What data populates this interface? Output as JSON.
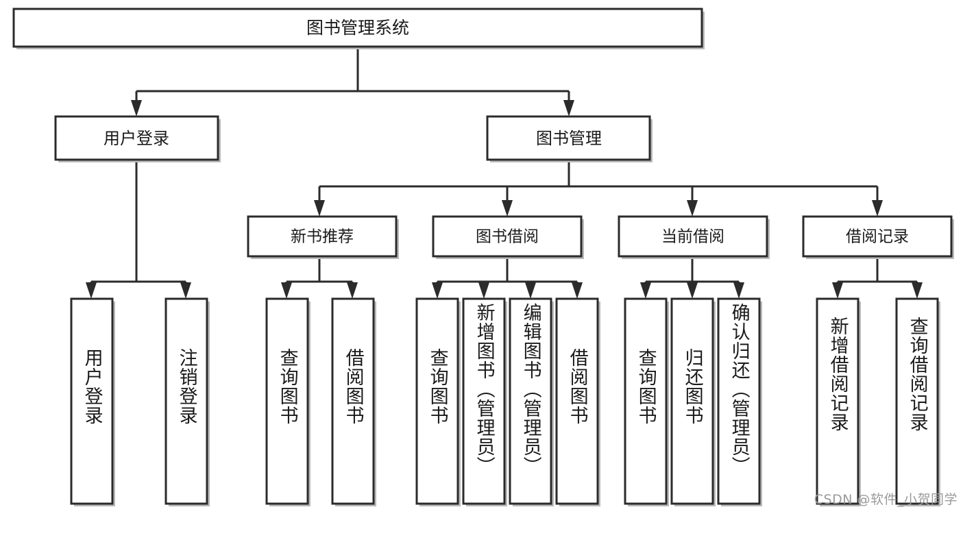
{
  "diagram": {
    "title": "图书管理系统",
    "type": "hierarchy-tree",
    "watermark": "CSDN @软件_小贺同学",
    "colors": {
      "background": "#ffffff",
      "box_fill": "#ffffff",
      "box_stroke": "#2b2b2b",
      "connector": "#2b2b2b",
      "text": "#1a1a1a",
      "watermark": "#9a9a9a"
    },
    "levels": {
      "level1": [
        "图书管理系统"
      ],
      "level2": [
        "用户登录",
        "图书管理"
      ],
      "level3": [
        "新书推荐",
        "图书借阅",
        "当前借阅",
        "借阅记录"
      ],
      "level4": [
        "用户登录",
        "注销登录",
        "查询图书",
        "借阅图书",
        "查询图书",
        "新增图书（管理员）",
        "编辑图书（管理员）",
        "借阅图书",
        "查询图书",
        "归还图书",
        "确认归还（管理员）",
        "新增借阅记录",
        "查询借阅记录"
      ]
    },
    "nodes": {
      "root": {
        "label": "图书管理系统"
      },
      "user_login": {
        "label": "用户登录"
      },
      "book_manage": {
        "label": "图书管理"
      },
      "new_book_rec": {
        "label": "新书推荐"
      },
      "book_borrow": {
        "label": "图书借阅"
      },
      "current_borrow": {
        "label": "当前借阅"
      },
      "borrow_record": {
        "label": "借阅记录"
      },
      "leaf_user_login": {
        "label": "用户登录"
      },
      "leaf_logout": {
        "label": "注销登录"
      },
      "leaf_query_book_a": {
        "label": "查询图书"
      },
      "leaf_borrow_book_a": {
        "label": "借阅图书"
      },
      "leaf_query_book_b": {
        "label": "查询图书"
      },
      "leaf_add_book": {
        "label": "新增图书（管理员）"
      },
      "leaf_edit_book": {
        "label": "编辑图书（管理员）"
      },
      "leaf_borrow_book_b": {
        "label": "借阅图书"
      },
      "leaf_query_book_c": {
        "label": "查询图书"
      },
      "leaf_return_book": {
        "label": "归还图书"
      },
      "leaf_confirm_return": {
        "label": "确认归还（管理员）"
      },
      "leaf_add_record": {
        "label": "新增借阅记录"
      },
      "leaf_query_record": {
        "label": "查询借阅记录"
      }
    },
    "edges": [
      {
        "from": "root",
        "to": "user_login"
      },
      {
        "from": "root",
        "to": "book_manage"
      },
      {
        "from": "user_login",
        "to": "leaf_user_login"
      },
      {
        "from": "user_login",
        "to": "leaf_logout"
      },
      {
        "from": "book_manage",
        "to": "new_book_rec"
      },
      {
        "from": "book_manage",
        "to": "book_borrow"
      },
      {
        "from": "book_manage",
        "to": "current_borrow"
      },
      {
        "from": "book_manage",
        "to": "borrow_record"
      },
      {
        "from": "new_book_rec",
        "to": "leaf_query_book_a"
      },
      {
        "from": "new_book_rec",
        "to": "leaf_borrow_book_a"
      },
      {
        "from": "book_borrow",
        "to": "leaf_query_book_b"
      },
      {
        "from": "book_borrow",
        "to": "leaf_add_book"
      },
      {
        "from": "book_borrow",
        "to": "leaf_edit_book"
      },
      {
        "from": "book_borrow",
        "to": "leaf_borrow_book_b"
      },
      {
        "from": "current_borrow",
        "to": "leaf_query_book_c"
      },
      {
        "from": "current_borrow",
        "to": "leaf_return_book"
      },
      {
        "from": "current_borrow",
        "to": "leaf_confirm_return"
      },
      {
        "from": "borrow_record",
        "to": "leaf_add_record"
      },
      {
        "from": "borrow_record",
        "to": "leaf_query_record"
      }
    ]
  }
}
